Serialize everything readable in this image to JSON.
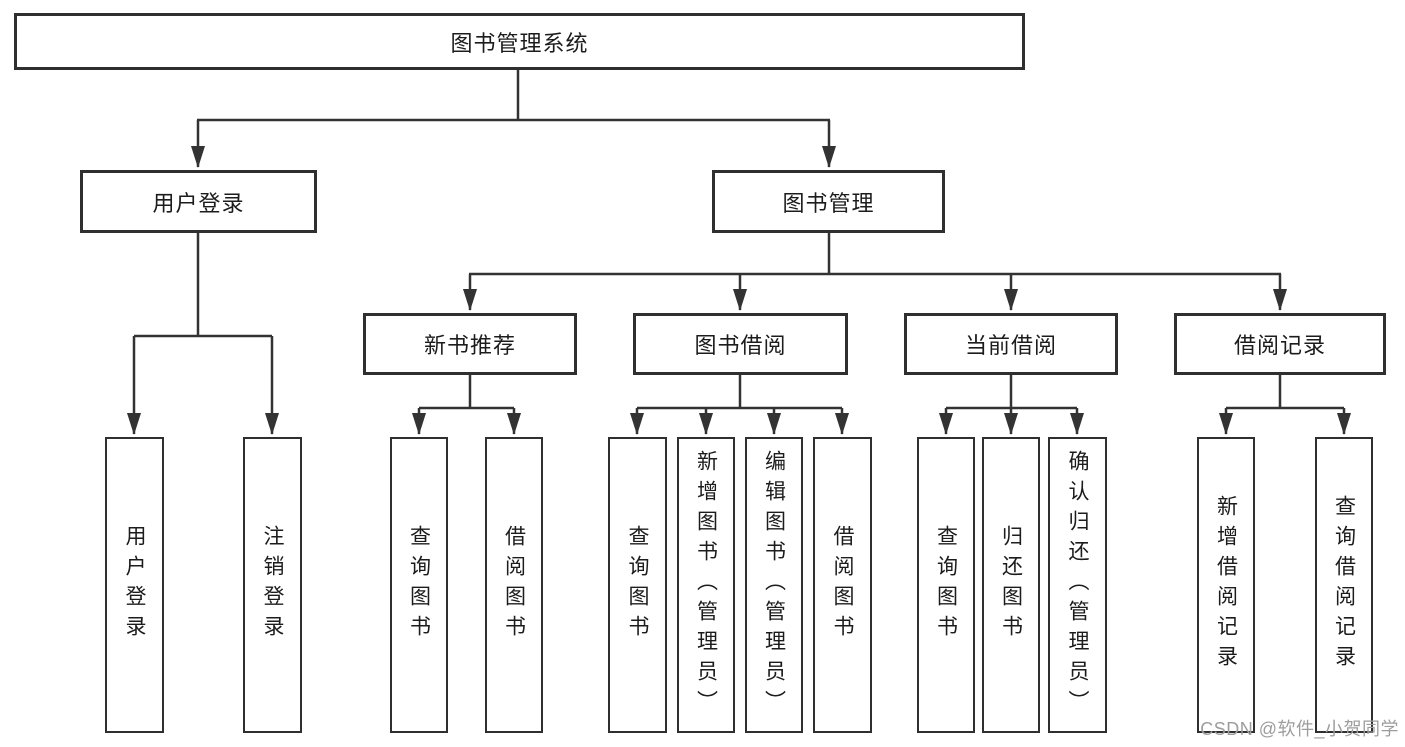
{
  "diagram_title": "图书管理系统",
  "nodes": {
    "root": "图书管理系统",
    "level2": [
      "用户登录",
      "图书管理"
    ],
    "level3": [
      "新书推荐",
      "图书借阅",
      "当前借阅",
      "借阅记录"
    ],
    "leaves": [
      "用户登录",
      "注销登录",
      "查询图书",
      "借阅图书",
      "查询图书",
      "新增图书（管理员）",
      "编辑图书（管理员）",
      "借阅图书",
      "查询图书",
      "归还图书",
      "确认归还（管理员）",
      "新增借阅记录",
      "查询借阅记录"
    ]
  },
  "hierarchy": {
    "图书管理系统": [
      "用户登录",
      "图书管理"
    ],
    "用户登录": [
      "用户登录",
      "注销登录"
    ],
    "图书管理": [
      "新书推荐",
      "图书借阅",
      "当前借阅",
      "借阅记录"
    ],
    "新书推荐": [
      "查询图书",
      "借阅图书"
    ],
    "图书借阅": [
      "查询图书",
      "新增图书（管理员）",
      "编辑图书（管理员）",
      "借阅图书"
    ],
    "当前借阅": [
      "查询图书",
      "归还图书",
      "确认归还（管理员）"
    ],
    "借阅记录": [
      "新增借阅记录",
      "查询借阅记录"
    ]
  },
  "watermark": {
    "text": "CSDN @软件_小贺同学"
  },
  "colors": {
    "line": "#333333",
    "box_border": "#2f2f2f",
    "text": "#1c1c1c",
    "watermark": "#9d9d9d",
    "background": "#ffffff"
  }
}
